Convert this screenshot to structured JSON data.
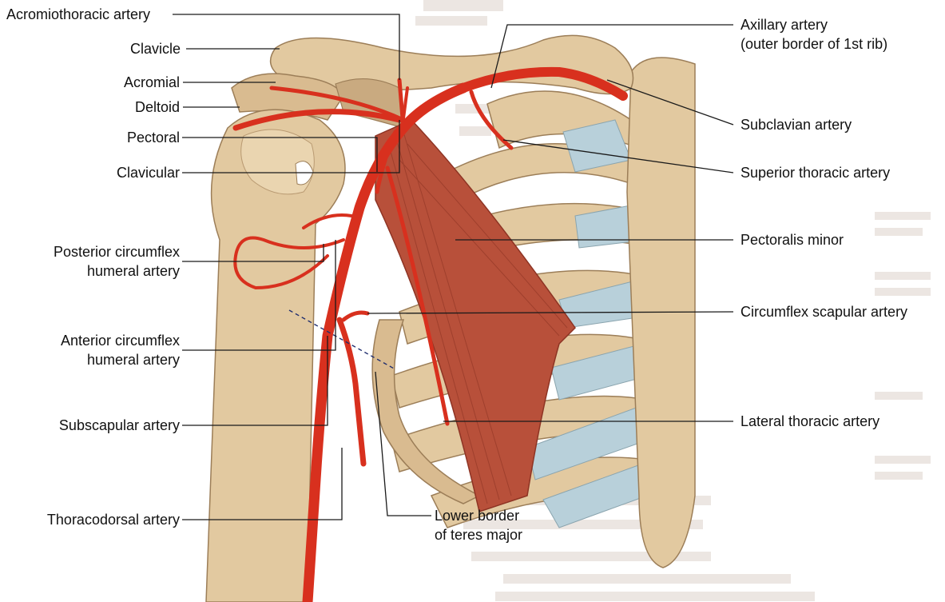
{
  "colors": {
    "background": "#ffffff",
    "bone": "#e2c9a0",
    "bone_shadow": "#b99a72",
    "bone_edge": "#9c7e58",
    "artery": "#d8301e",
    "muscle": "#b8503a",
    "muscle_dark": "#8e3424",
    "cartilage": "#b8d0da",
    "label_text": "#111111",
    "leader_line": "#1a1a1a"
  },
  "labels": {
    "acromiothoracic": "Acromiothoracic artery",
    "clavicle": "Clavicle",
    "acromial": "Acromial",
    "deltoid": "Deltoid",
    "pectoral": "Pectoral",
    "clavicular": "Clavicular",
    "posterior_circumflex_1": "Posterior circumflex",
    "posterior_circumflex_2": "humeral artery",
    "anterior_circumflex_1": "Anterior circumflex",
    "anterior_circumflex_2": "humeral artery",
    "subscapular": "Subscapular artery",
    "thoracodorsal": "Thoracodorsal artery",
    "lower_border_1": "Lower border",
    "lower_border_2": "of teres major",
    "axillary_1": "Axillary artery",
    "axillary_2": "(outer border of 1st rib)",
    "subclavian": "Subclavian artery",
    "superior_thoracic": "Superior thoracic artery",
    "pectoralis_minor": "Pectoralis minor",
    "circumflex_scapular": "Circumflex scapular artery",
    "lateral_thoracic": "Lateral thoracic artery"
  }
}
